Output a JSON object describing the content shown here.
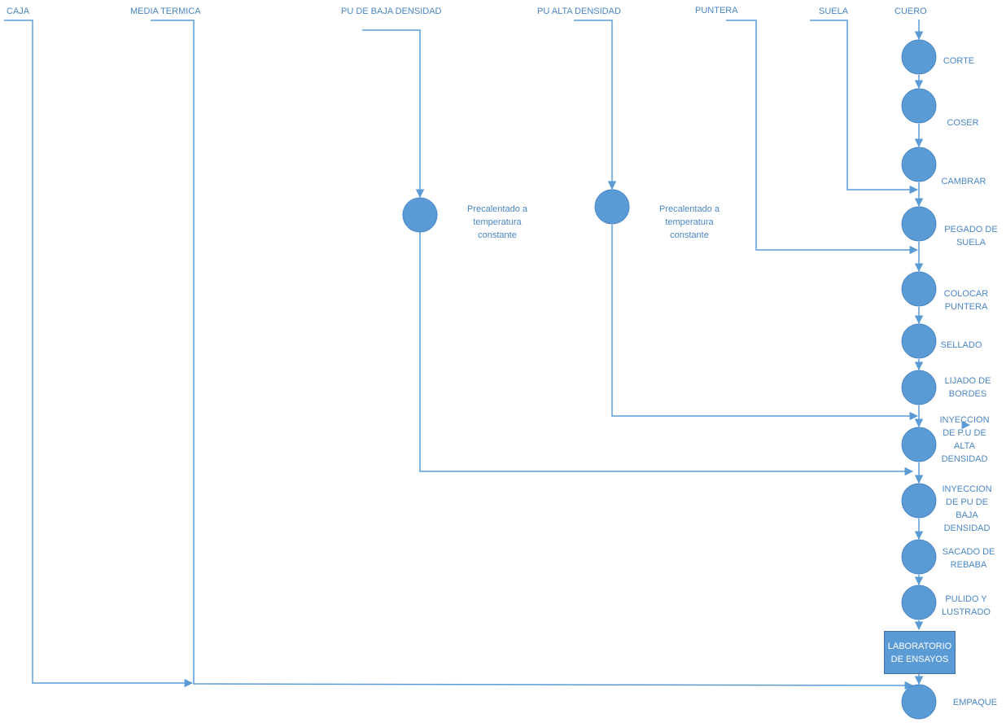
{
  "inputs": {
    "caja": "CAJA",
    "media_termica": "MEDIA TERMICA",
    "pu_baja": "PU DE BAJA DENSIDAD",
    "pu_alta": "PU ALTA DENSIDAD",
    "puntera": "PUNTERA",
    "suela": "SUELA",
    "cuero": "CUERO"
  },
  "preheat": {
    "left": "Precalentado a\ntemperatura\nconstante",
    "right": "Precalentado a\ntemperatura\nconstante"
  },
  "steps": {
    "corte": "CORTE",
    "coser": "COSER",
    "cambrar": "CAMBRAR",
    "pegado_suela": "PEGADO DE\nSUELA",
    "colocar_puntera": "COLOCAR\nPUNTERA",
    "sellado": "SELLADO",
    "lijado_bordes": "LIJADO DE\nBORDES",
    "iny_alta": "INYECCION\nDE P.U DE\nALTA\nDENSIDAD",
    "iny_baja": "INYECCION\nDE PU DE\nBAJA\nDENSIDAD",
    "sacado_rebaba": "SACADO DE\nREBABA",
    "pulido": "PULIDO Y\nLUSTRADO",
    "laboratorio": "LABORATORIO\nDE ENSAYOS",
    "empaque": "EMPAQUE"
  },
  "colors": {
    "node_fill": "#5b9bd5",
    "line": "#5b9bd5",
    "text": "#4a86c5"
  }
}
